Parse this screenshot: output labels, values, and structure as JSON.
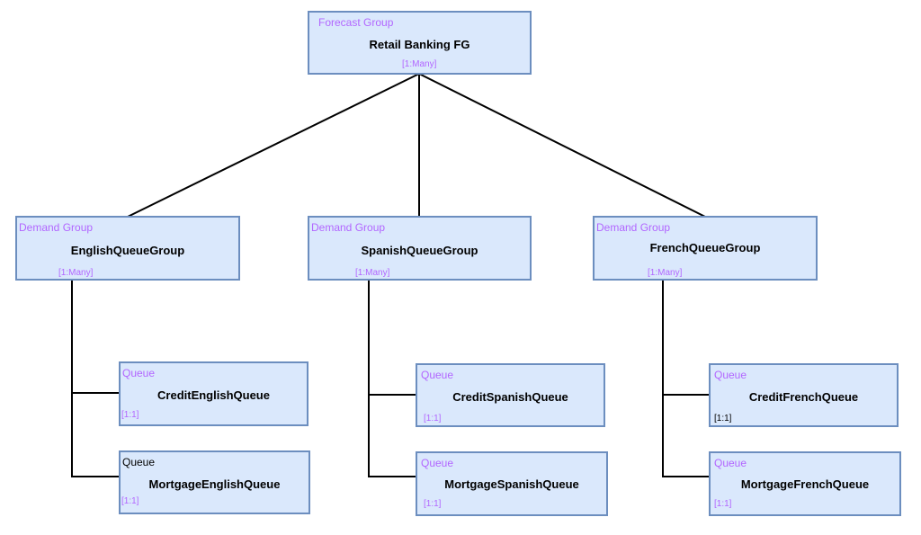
{
  "forecast": {
    "type": "Forecast Group",
    "title": "Retail Banking FG",
    "card": "[1:Many]"
  },
  "groups": [
    {
      "type": "Demand Group",
      "title": "EnglishQueueGroup",
      "card": "[1:Many]",
      "queues": [
        {
          "type": "Queue",
          "title": "CreditEnglishQueue",
          "card": "[1:1]"
        },
        {
          "type": "Queue",
          "title": "MortgageEnglishQueue",
          "card": "[1:1]"
        }
      ]
    },
    {
      "type": "Demand Group",
      "title": "SpanishQueueGroup",
      "card": "[1:Many]",
      "queues": [
        {
          "type": "Queue",
          "title": "CreditSpanishQueue",
          "card": "[1:1]"
        },
        {
          "type": "Queue",
          "title": "MortgageSpanishQueue",
          "card": "[1:1]"
        }
      ]
    },
    {
      "type": "Demand Group",
      "title": "FrenchQueueGroup",
      "card": "[1:Many]",
      "queues": [
        {
          "type": "Queue",
          "title": "CreditFrenchQueue",
          "card": "[1:1]"
        },
        {
          "type": "Queue",
          "title": "MortgageFrenchQueue",
          "card": "[1:1]"
        }
      ]
    }
  ],
  "colors": {
    "fill": "#dae8fc",
    "border": "#6c8ebf",
    "label": "#b266ff",
    "connector": "#000000"
  }
}
